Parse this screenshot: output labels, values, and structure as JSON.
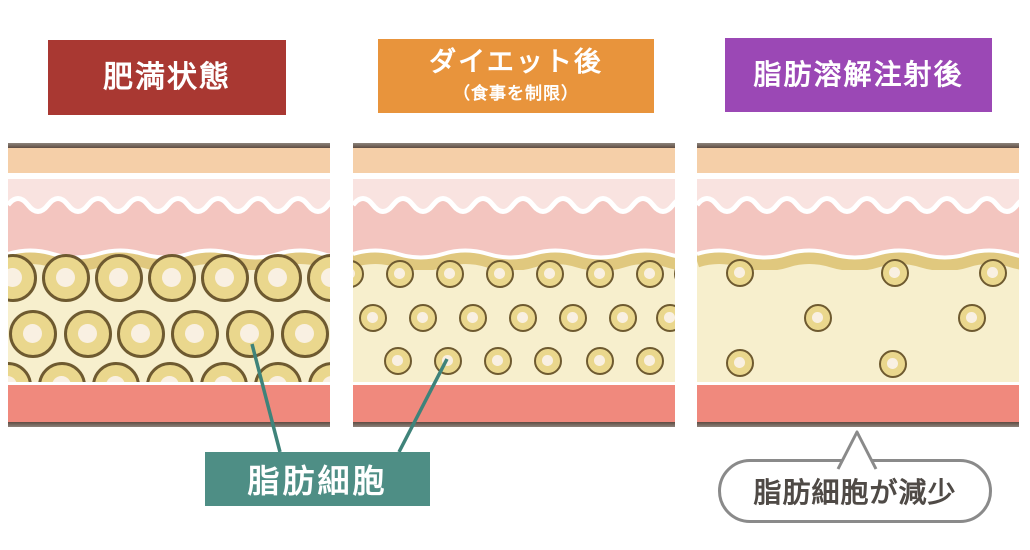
{
  "headers": [
    {
      "label": "肥満状態",
      "sub": ""
    },
    {
      "label": "ダイエット後",
      "sub": "（食事を制限）"
    },
    {
      "label": "脂肪溶解注射後",
      "sub": ""
    }
  ],
  "callouts": {
    "fat_cell": "脂肪細胞",
    "fat_cell_decrease": "脂肪細胞が減少"
  },
  "panels": [
    {
      "id": "obese",
      "cell_radius": 24,
      "cells": [
        [
          5,
          32
        ],
        [
          58,
          32
        ],
        [
          111,
          32
        ],
        [
          164,
          32
        ],
        [
          217,
          32
        ],
        [
          270,
          32
        ],
        [
          323,
          32
        ],
        [
          25,
          88
        ],
        [
          80,
          88
        ],
        [
          133,
          88
        ],
        [
          187,
          88
        ],
        [
          242,
          88
        ],
        [
          297,
          88
        ],
        [
          0,
          140
        ],
        [
          54,
          140
        ],
        [
          108,
          140
        ],
        [
          162,
          140
        ],
        [
          216,
          140
        ],
        [
          270,
          140
        ],
        [
          324,
          140
        ]
      ]
    },
    {
      "id": "after-diet",
      "cell_radius": 14,
      "cells": [
        [
          -3,
          28
        ],
        [
          47,
          28
        ],
        [
          97,
          28
        ],
        [
          147,
          28
        ],
        [
          197,
          28
        ],
        [
          247,
          28
        ],
        [
          297,
          28
        ],
        [
          335,
          28
        ],
        [
          20,
          72
        ],
        [
          70,
          72
        ],
        [
          120,
          72
        ],
        [
          170,
          72
        ],
        [
          220,
          72
        ],
        [
          270,
          72
        ],
        [
          317,
          72
        ],
        [
          45,
          115
        ],
        [
          95,
          115
        ],
        [
          145,
          115
        ],
        [
          195,
          115
        ],
        [
          247,
          115
        ],
        [
          297,
          115
        ]
      ]
    },
    {
      "id": "after-injection",
      "cell_radius": 14,
      "cells": [
        [
          43,
          27
        ],
        [
          198,
          27
        ],
        [
          296,
          27
        ],
        [
          121,
          72
        ],
        [
          275,
          72
        ],
        [
          43,
          117
        ],
        [
          196,
          118
        ]
      ]
    }
  ],
  "palette": {
    "header_obese": "#A93832",
    "header_diet": "#E8943C",
    "header_injection": "#9B48B5",
    "header_text": "#FFFFFF",
    "skin_line_dark": "#5F4C42",
    "skin_line_light": "#8D837B",
    "epidermis": "#F5CFA8",
    "dermis_light": "#F9E3E0",
    "dermis_dark": "#F3C5BF",
    "fat_bg": "#F7EFCD",
    "fat_band": "#E0C87E",
    "cell_fill": "#EAD78D",
    "cell_border": "#6E5A30",
    "cell_highlight": "#F9F0E2",
    "muscle": "#F0897D",
    "callout_teal": "#4E8E85",
    "callout_line": "#3F837A",
    "bubble_border": "#8A8A8A",
    "bubble_text": "#4F4A46"
  }
}
